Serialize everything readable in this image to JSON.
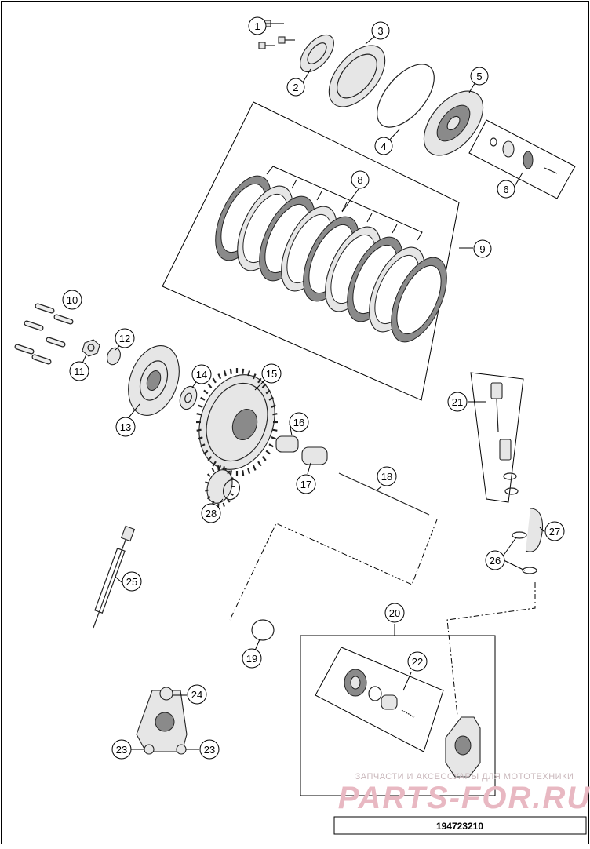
{
  "diagram": {
    "callouts": [
      "1",
      "2",
      "3",
      "4",
      "5",
      "6",
      "8",
      "9",
      "10",
      "11",
      "12",
      "13",
      "14",
      "15",
      "16",
      "17",
      "18",
      "19",
      "20",
      "21",
      "22",
      "23",
      "23",
      "24",
      "25",
      "26",
      "27",
      "28"
    ],
    "watermark": {
      "caption": "ЗАПЧАСТИ И АКСЕССУАРЫ ДЛЯ МОТОТЕХНИКИ",
      "brand": "PARTS-FOR.RU"
    },
    "diagram_code": "194723210"
  }
}
